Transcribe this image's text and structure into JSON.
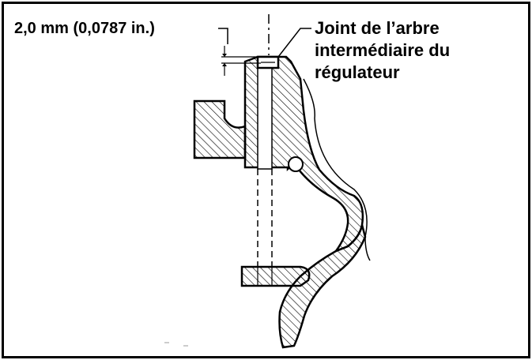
{
  "labels": {
    "dimension": "2,0 mm (0,0787 in.)",
    "part_line1": "Joint de l’arbre",
    "part_line2": "intermédiaire du",
    "part_line3": "régulateur"
  },
  "colors": {
    "ink": "#000000",
    "paper": "#ffffff"
  }
}
